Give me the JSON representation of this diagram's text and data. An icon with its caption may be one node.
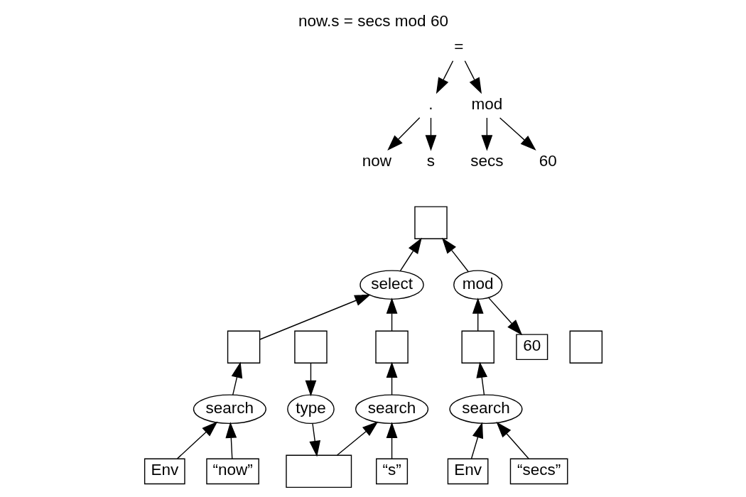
{
  "diagram": {
    "title": "now.s = secs mod 60",
    "nodes": [
      {
        "text": [
          "="
        ]
      },
      {
        "text": [
          "."
        ]
      },
      {
        "text": [
          "mod"
        ]
      },
      {
        "text": [
          "now"
        ]
      },
      {
        "text": [
          "s"
        ]
      },
      {
        "text": [
          "secs"
        ]
      },
      {
        "text": [
          "60"
        ]
      },
      {
        "text": [],
        "shape": "box"
      },
      {
        "text": [
          "select"
        ]
      },
      {
        "text": [
          "mod"
        ]
      },
      {
        "text": [],
        "shape": "box"
      },
      {
        "text": [],
        "shape": "box"
      },
      {
        "text": [],
        "shape": "box"
      },
      {
        "text": [],
        "shape": "box"
      },
      {
        "text": [],
        "shape": "box"
      },
      {
        "text": [
          "60"
        ]
      },
      {
        "text": [
          "search"
        ]
      },
      {
        "text": [
          "type"
        ]
      },
      {
        "text": [
          "search"
        ]
      },
      {
        "text": [
          "search"
        ]
      },
      {
        "text": [
          "Env"
        ]
      },
      {
        "text": [
          "“now”"
        ]
      },
      {
        "text": [],
        "shape": "box"
      },
      {
        "text": [
          "“s”"
        ]
      },
      {
        "text": [
          "Env"
        ]
      },
      {
        "text": [
          "“secs”"
        ]
      }
    ],
    "edges": [
      {
        "from": 0,
        "to": 1,
        "arrow": "to"
      },
      {
        "from": 0,
        "to": 2,
        "arrow": "to"
      },
      {
        "from": 1,
        "to": 3,
        "arrow": "to"
      },
      {
        "from": 1,
        "to": 4,
        "arrow": "to"
      },
      {
        "from": 2,
        "to": 5,
        "arrow": "to"
      },
      {
        "from": 2,
        "to": 6,
        "arrow": "to"
      },
      {
        "from": 8,
        "to": 7,
        "arrow": "to"
      },
      {
        "from": 9,
        "to": 7,
        "arrow": "to"
      },
      {
        "from": 11,
        "to": 8,
        "arrow": "to"
      },
      {
        "from": 13,
        "to": 8,
        "arrow": "to"
      },
      {
        "from": 14,
        "to": 9,
        "arrow": "to"
      },
      {
        "from": 9,
        "to": 15,
        "arrow": "to"
      },
      {
        "from": 16,
        "to": 11,
        "arrow": "to"
      },
      {
        "from": 12,
        "to": 17,
        "arrow": "to"
      },
      {
        "from": 18,
        "to": 13,
        "arrow": "to"
      },
      {
        "from": 19,
        "to": 14,
        "arrow": "to"
      },
      {
        "from": 20,
        "to": 16,
        "arrow": "to"
      },
      {
        "from": 21,
        "to": 16,
        "arrow": "to"
      },
      {
        "from": 17,
        "to": 22,
        "arrow": "to"
      },
      {
        "from": 22,
        "to": 18,
        "arrow": "to"
      },
      {
        "from": 23,
        "to": 18,
        "arrow": "to"
      },
      {
        "from": 24,
        "to": 19,
        "arrow": "to"
      },
      {
        "from": 25,
        "to": 19,
        "arrow": "to"
      }
    ]
  }
}
